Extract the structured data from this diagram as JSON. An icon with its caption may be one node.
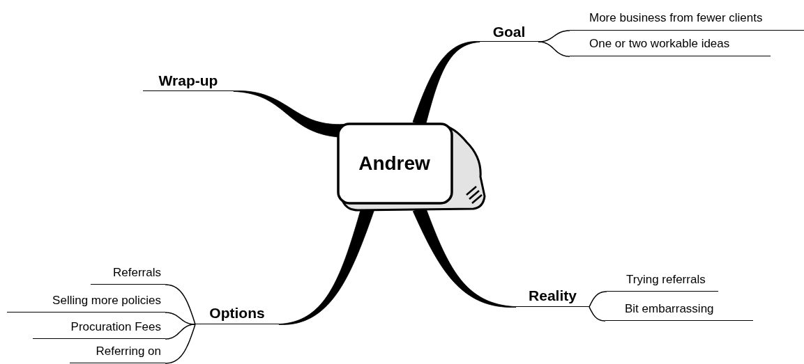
{
  "diagram": {
    "nodes": [
      {
        "text": [
          "Andrew"
        ]
      },
      {
        "text": [
          "Goal"
        ]
      },
      {
        "text": [
          "More business from fewer clients"
        ]
      },
      {
        "text": [
          "One or two workable ideas"
        ]
      },
      {
        "text": [
          "Wrap-up"
        ]
      },
      {
        "text": [
          "Reality"
        ]
      },
      {
        "text": [
          "Trying referrals"
        ]
      },
      {
        "text": [
          "Bit embarrassing"
        ]
      },
      {
        "text": [
          "Options"
        ]
      },
      {
        "text": [
          "Referrals"
        ]
      },
      {
        "text": [
          "Selling more policies"
        ]
      },
      {
        "text": [
          "Procuration Fees"
        ]
      },
      {
        "text": [
          "Referring on"
        ]
      }
    ],
    "edges": [
      {
        "from": 0,
        "to": 1,
        "arrow": "none",
        "style": "thick"
      },
      {
        "from": 1,
        "to": 2,
        "arrow": "none"
      },
      {
        "from": 1,
        "to": 3,
        "arrow": "none"
      },
      {
        "from": 0,
        "to": 4,
        "arrow": "none",
        "style": "thick"
      },
      {
        "from": 0,
        "to": 5,
        "arrow": "none",
        "style": "thick"
      },
      {
        "from": 5,
        "to": 6,
        "arrow": "none"
      },
      {
        "from": 5,
        "to": 7,
        "arrow": "none"
      },
      {
        "from": 0,
        "to": 8,
        "arrow": "none",
        "style": "thick"
      },
      {
        "from": 8,
        "to": 9,
        "arrow": "none"
      },
      {
        "from": 8,
        "to": 10,
        "arrow": "none"
      },
      {
        "from": 8,
        "to": 11,
        "arrow": "none"
      },
      {
        "from": 8,
        "to": 12,
        "arrow": "none"
      }
    ]
  }
}
